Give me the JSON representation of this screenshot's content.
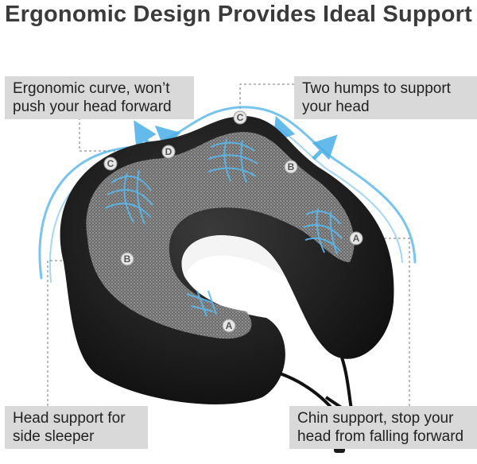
{
  "title": "Ergonomic Design Provides Ideal Support",
  "callouts": {
    "curve": "Ergonomic curve, won’t\npush your head forward",
    "humps": "Two humps to support\nyour head",
    "side": "Head support for\nside sleeper",
    "chin": "Chin support, stop your\nhead from falling forward"
  },
  "markers": {
    "a": "A",
    "b": "B",
    "c": "C",
    "d": "D"
  },
  "colors": {
    "arrow": "#4ab0e8",
    "pillow": "#1c1c1c",
    "mesh": "#8a8a8a",
    "label_bg": "#d9d9d9"
  }
}
